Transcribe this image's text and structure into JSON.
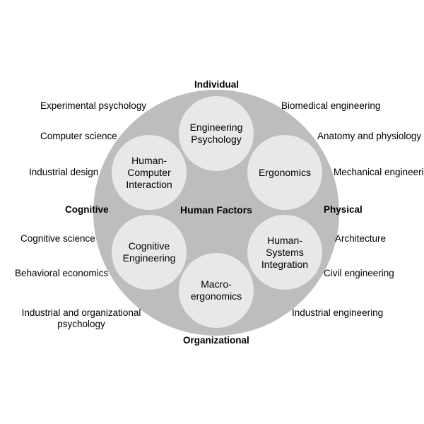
{
  "center": "Human Factors",
  "axes": {
    "top": "Individual",
    "bottom": "Organizational",
    "left": "Cognitive",
    "right": "Physical"
  },
  "subfields": {
    "engineering_psychology": "Engineering\nPsychology",
    "hci": "Human-\nComputer\nInteraction",
    "ergonomics": "Ergonomics",
    "cognitive_engineering": "Cognitive\nEngineering",
    "hsi": "Human-\nSystems\nIntegration",
    "macroergonomics": "Macro-\nergonomics"
  },
  "left_fields": [
    "Experimental psychology",
    "Computer science",
    "Industrial design",
    "Cognitive science",
    "Behavioral economics",
    "Industrial and organizational\npsychology"
  ],
  "right_fields": [
    "Biomedical engineering",
    "Anatomy and physiology",
    "Mechanical engineeri",
    "Architecture",
    "Civil engineering",
    "Industrial engineering"
  ]
}
